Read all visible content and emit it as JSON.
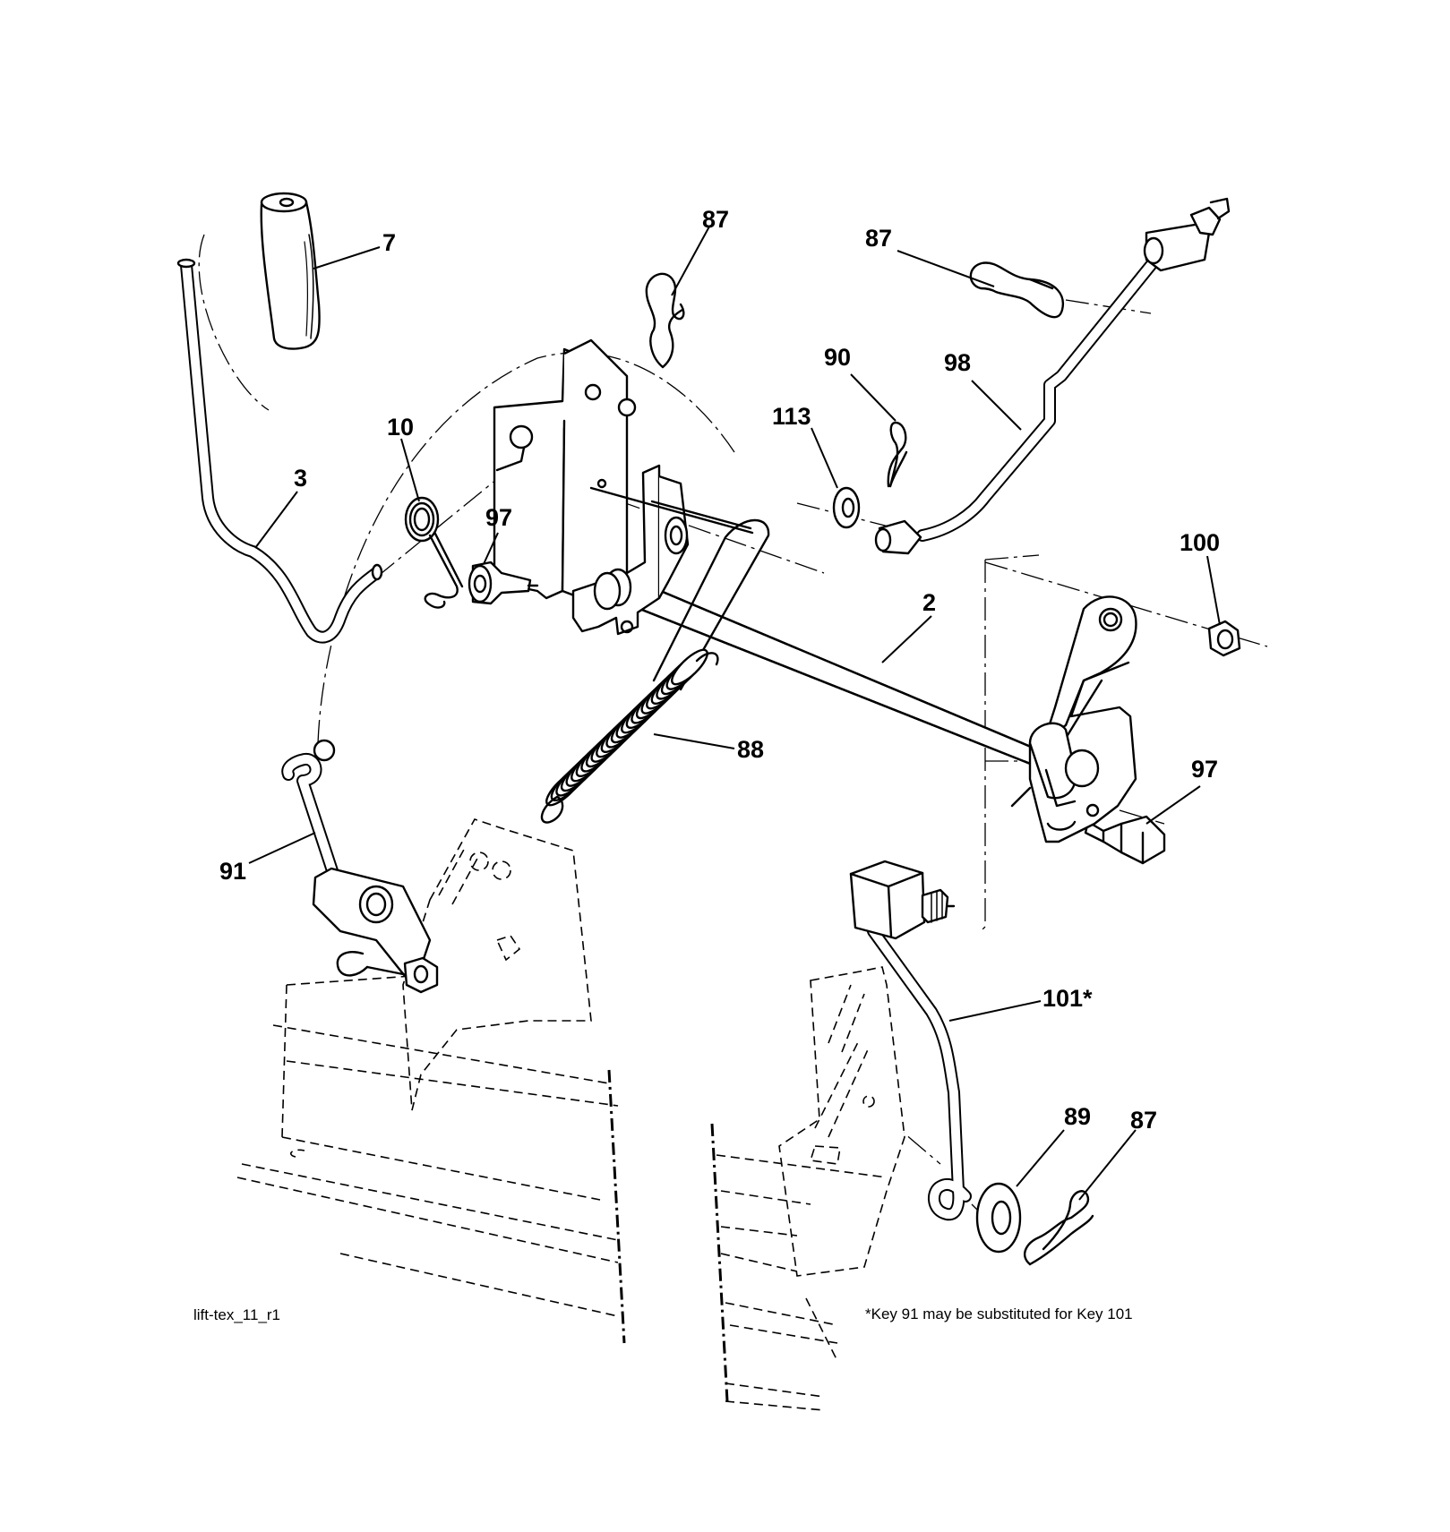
{
  "diagram_code": "lift-tex_11_r1",
  "footnote": "*Key 91 may be substituted for Key 101",
  "callouts": [
    {
      "key": "7"
    },
    {
      "key": "87"
    },
    {
      "key": "87"
    },
    {
      "key": "90"
    },
    {
      "key": "98"
    },
    {
      "key": "113"
    },
    {
      "key": "10"
    },
    {
      "key": "3"
    },
    {
      "key": "97"
    },
    {
      "key": "100"
    },
    {
      "key": "2"
    },
    {
      "key": "88"
    },
    {
      "key": "97"
    },
    {
      "key": "91"
    },
    {
      "key": "101*"
    },
    {
      "key": "89"
    },
    {
      "key": "87"
    }
  ]
}
